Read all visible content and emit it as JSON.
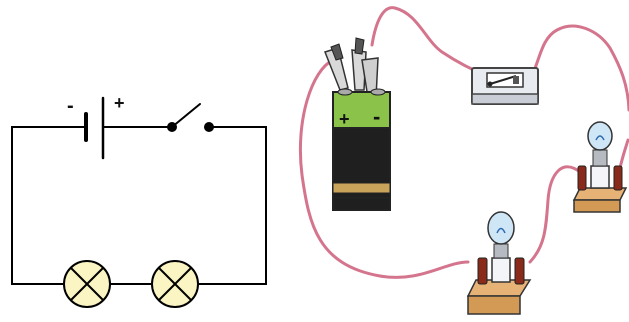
{
  "schematic": {
    "battery": {
      "negative_sign": "-",
      "positive_sign": "+"
    },
    "switch_state": "open",
    "lamps": [
      {
        "symbol": "lamp-x"
      },
      {
        "symbol": "lamp-x"
      }
    ]
  },
  "illustration": {
    "battery": {
      "positive_sign": "+",
      "negative_sign": "-"
    },
    "switch_state": "open",
    "bulbs": [
      {
        "type": "bulb-on-base"
      },
      {
        "type": "bulb-on-base"
      }
    ]
  },
  "colors": {
    "wire_schematic": "#000000",
    "lamp_fill": "#fbf5c4",
    "wire_pink": "#d4758d",
    "battery_body": "#1f1f1f",
    "battery_top": "#8bc34a",
    "battery_band": "#c9a35a",
    "wood_base": "#d39a55",
    "bulb_glass": "#cfe6f7"
  }
}
